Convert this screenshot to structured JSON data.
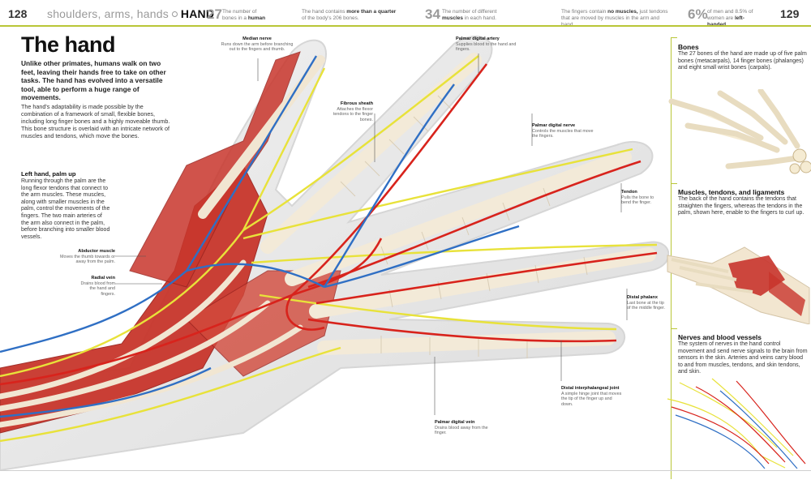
{
  "header": {
    "left_page": "128",
    "right_page": "129",
    "section": "shoulders, arms, hands",
    "chapter": "HAND",
    "facts": [
      {
        "num": "27",
        "pre": "The number of",
        "mid": "bones in a",
        "bold": "human",
        "post": ""
      },
      {
        "num": "",
        "pre": "The hand contains",
        "bold": "more than a quarter",
        "post": "of the body's 206 bones."
      },
      {
        "num": "34",
        "pre": "The number of different",
        "bold": "muscles",
        "post": "in each hand."
      },
      {
        "num": "",
        "pre": "The fingers contain",
        "bold": "no muscles,",
        "post": "just tendons that are moved by muscles in the arm and hand."
      },
      {
        "num": "6%",
        "pre": "of men and 8.5% of",
        "mid": "women are",
        "bold": "left-handed",
        "post": ""
      }
    ]
  },
  "title": "The hand",
  "intro": "Unlike other primates, humans walk on two feet, leaving their hands free to take on other tasks. The hand has evolved into a versatile tool, able to perform a huge range of movements.",
  "body_text": "The hand's adaptability is made possible by the combination of a framework of small, flexible bones, including long finger bones and a highly moveable thumb. This bone structure is overlaid with an intricate network of muscles and tendons, which move the bones.",
  "subsection": {
    "title": "Left hand, palm up",
    "text": "Running through the palm are the long flexor tendons that connect to the arm muscles. These muscles, along with smaller muscles in the palm, control the movements of the fingers. The two main arteries of the arm also connect in the palm, before branching into smaller blood vessels."
  },
  "labels": {
    "median_nerve": {
      "title": "Median nerve",
      "text": "Runs down the arm before branching out to the fingers and thumb."
    },
    "palmar_digital_artery": {
      "title": "Palmar digital artery",
      "text": "Supplies blood to the hand and fingers."
    },
    "fibrous_sheath": {
      "title": "Fibrous sheath",
      "text": "Attaches the flexor tendons to the finger bones."
    },
    "palmar_digital_nerve": {
      "title": "Palmar digital nerve",
      "text": "Controls the muscles that move the fingers."
    },
    "tendon": {
      "title": "Tendon",
      "text": "Pulls the bone to bend the finger."
    },
    "abductor_muscle": {
      "title": "Abductor muscle",
      "text": "Moves the thumb towards or away from the palm."
    },
    "radial_vein": {
      "title": "Radial vein",
      "text": "Drains blood from the hand and fingers."
    },
    "distal_phalanx": {
      "title": "Distal phalanx",
      "text": "Last bone at the tip of the middle finger."
    },
    "distal_ip_joint": {
      "title": "Distal interphalangeal joint",
      "text": "A simple hinge joint that moves the tip of the finger up and down."
    },
    "palmar_digital_vein": {
      "title": "Palmar digital vein",
      "text": "Drains blood away from the finger."
    }
  },
  "sidebar": [
    {
      "title": "Bones",
      "text": "The 27 bones of the hand are made up of five palm bones (metacarpals), 14 finger bones (phalanges) and eight small wrist bones (carpals)."
    },
    {
      "title": "Muscles, tendons, and ligaments",
      "text": "The back of the hand contains the tendons that straighten the fingers, whereas the tendons in the palm, shown here, enable to the fingers to curl up."
    },
    {
      "title": "Nerves and blood vessels",
      "text": "The system of nerves in the hand control movement and send nerve signals to the brain from sensors in the skin. Arteries and veins carry blood to and from muscles, tendons, and skin tendons, and skin."
    }
  ],
  "colors": {
    "accent": "#b9c637",
    "muscle": "#c8342c",
    "nerve": "#e8e23a",
    "vein": "#2f6fc4",
    "tendon": "#f1e6d2"
  }
}
